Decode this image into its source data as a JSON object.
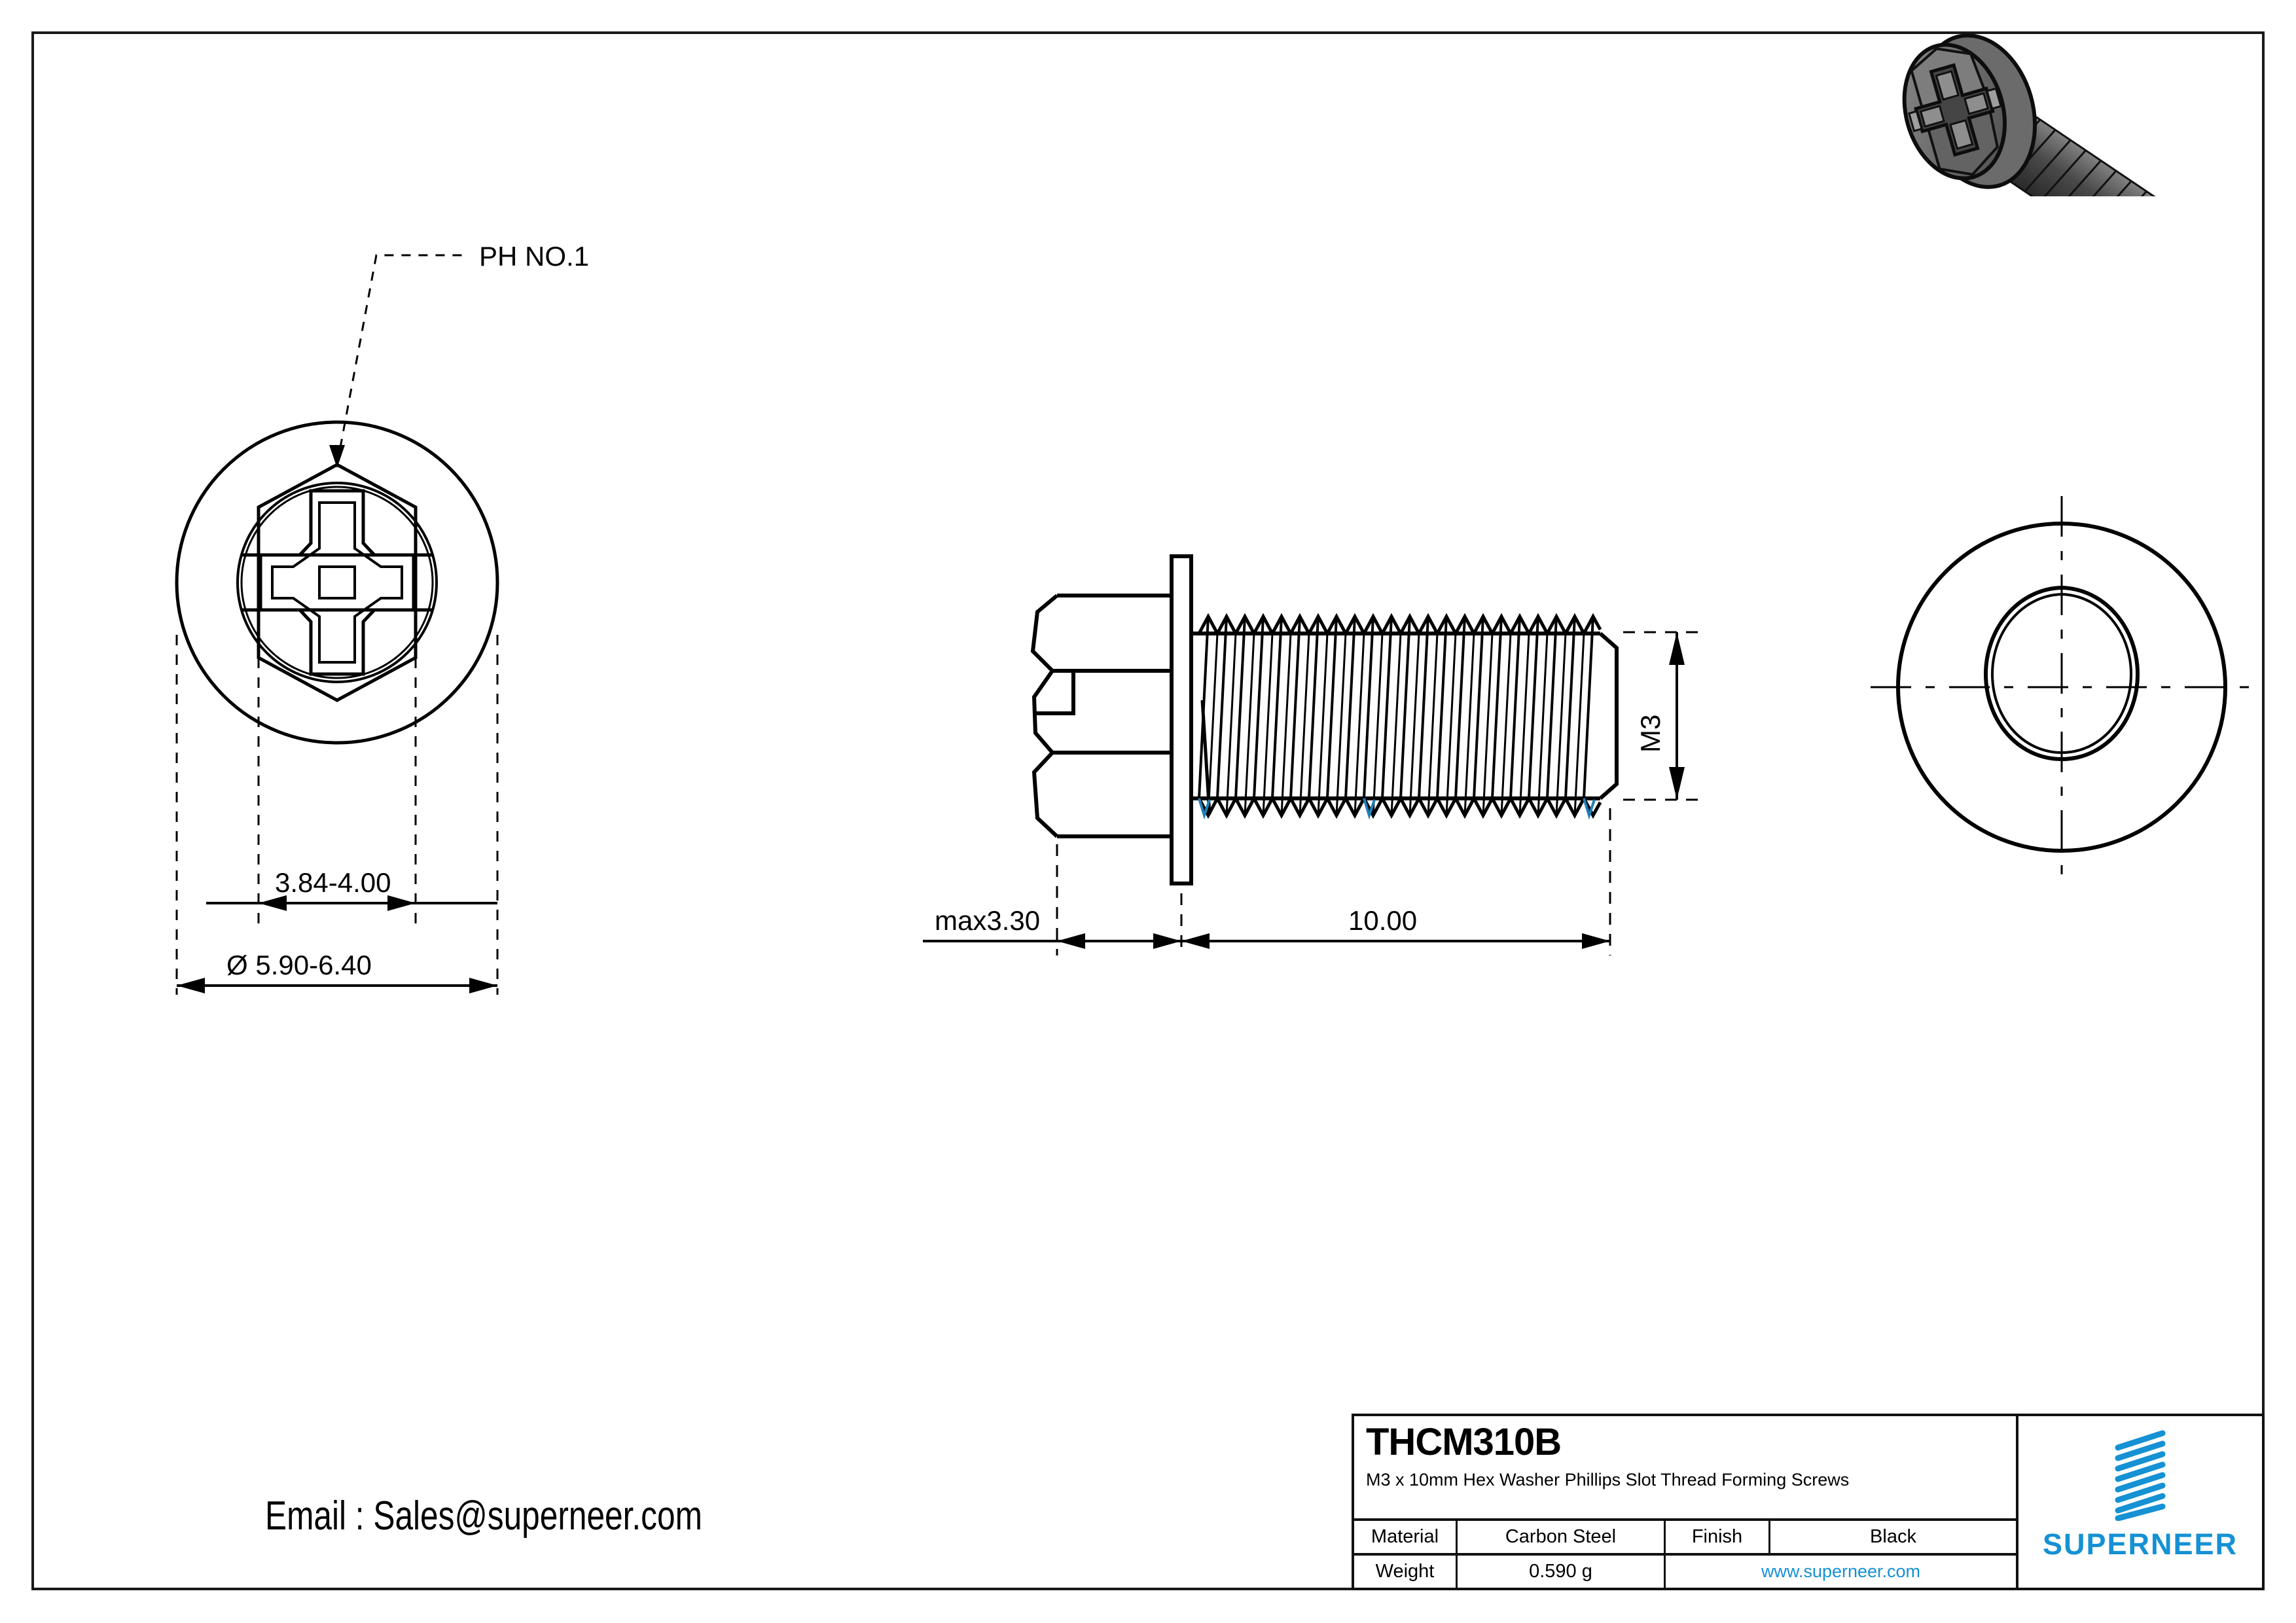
{
  "sheet": {
    "email_label": "Email : Sales@superneer.com"
  },
  "views": {
    "head_view": {
      "leader_label": "PH NO.1",
      "dim_across_flats": "3.84-4.00",
      "dim_head_diameter": "Ø 5.90-6.40"
    },
    "side_view": {
      "dim_head_height": "max3.30",
      "dim_thread_length": "10.00",
      "dim_thread_size": "M3"
    },
    "end_view": {
      "label": ""
    }
  },
  "titleblock": {
    "part_code": "THCM310B",
    "description": "M3 x 10mm Hex Washer Phillips Slot Thread Forming  Screws",
    "material_label": "Material",
    "material_value": "Carbon Steel",
    "finish_label": "Finish",
    "finish_value": "Black",
    "weight_label": "Weight",
    "weight_value": "0.590 g",
    "website": "www.superneer.com",
    "brand": "SUPERNEER"
  },
  "colors": {
    "brand_blue": "#1591D4",
    "line_black": "#000000",
    "render_dark": "#3a3a3a",
    "render_mid": "#6e6e6e",
    "render_light": "#9a9a9a"
  }
}
